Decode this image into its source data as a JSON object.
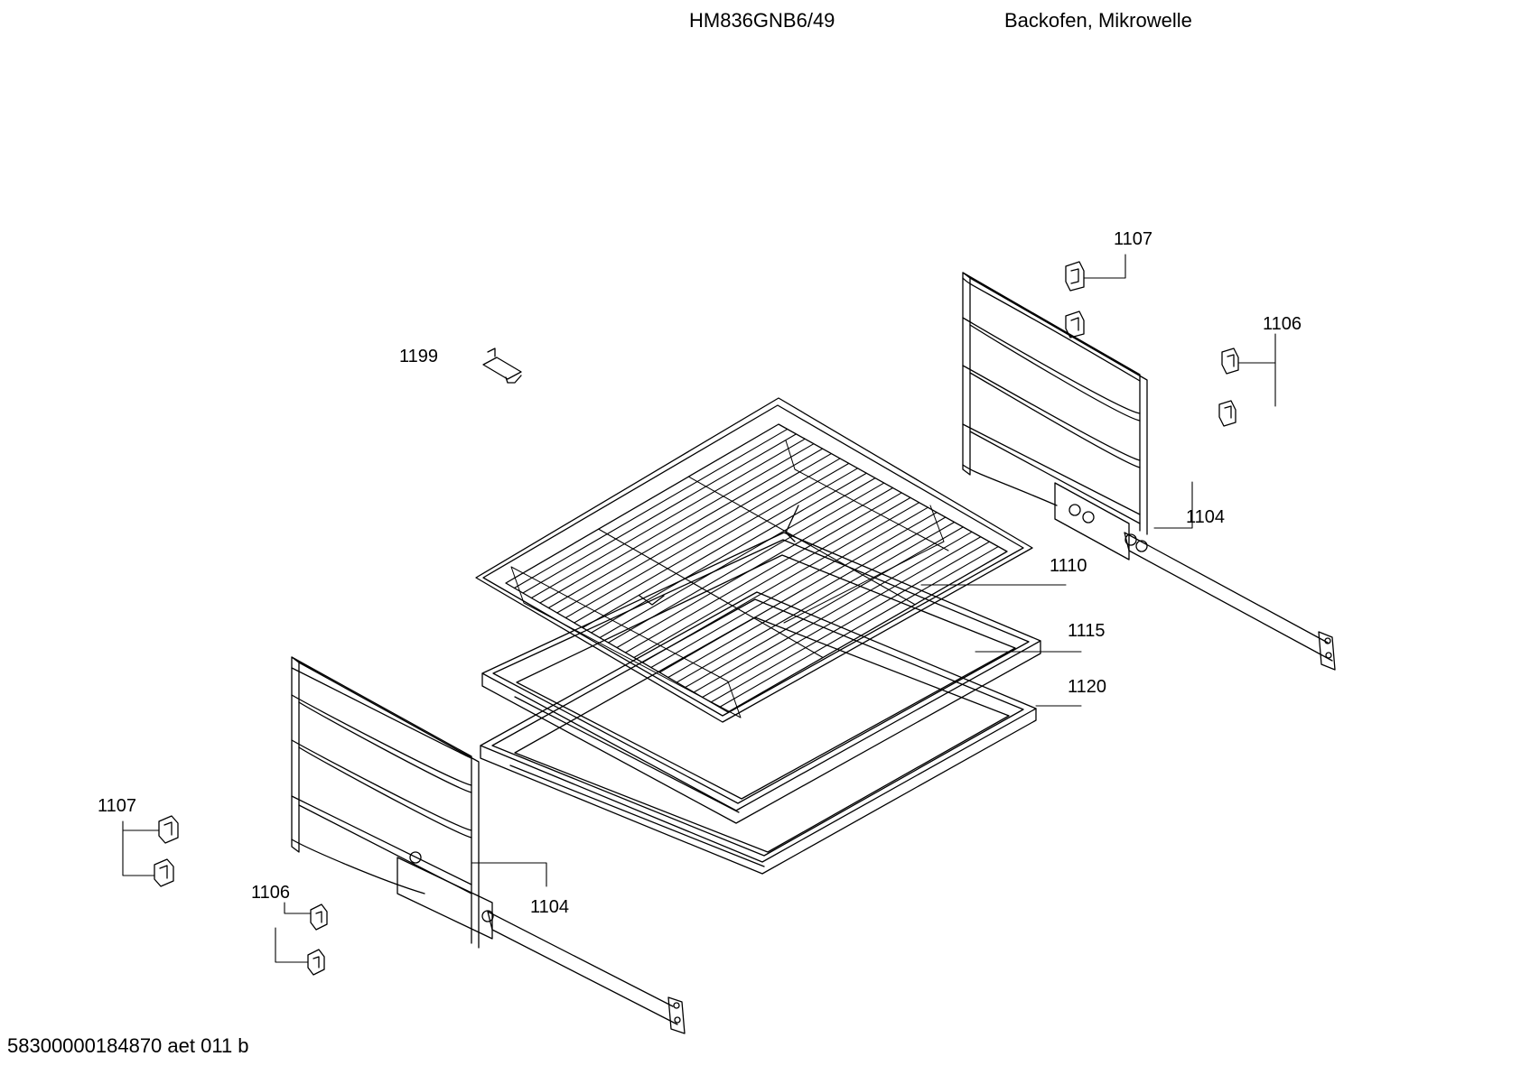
{
  "header": {
    "model": "HM836GNB6/49",
    "description": "Backofen, Mikrowelle"
  },
  "footer": {
    "code": "58300000184870 aet 011 b"
  },
  "callouts": [
    {
      "id": "1107-right",
      "text": "1107"
    },
    {
      "id": "1106-right",
      "text": "1106"
    },
    {
      "id": "1199",
      "text": "1199"
    },
    {
      "id": "1104-right",
      "text": "1104"
    },
    {
      "id": "1110",
      "text": "1110"
    },
    {
      "id": "1115",
      "text": "1115"
    },
    {
      "id": "1120",
      "text": "1120"
    },
    {
      "id": "1107-left",
      "text": "1107"
    },
    {
      "id": "1106-left",
      "text": "1106"
    },
    {
      "id": "1104-left",
      "text": "1104"
    }
  ]
}
